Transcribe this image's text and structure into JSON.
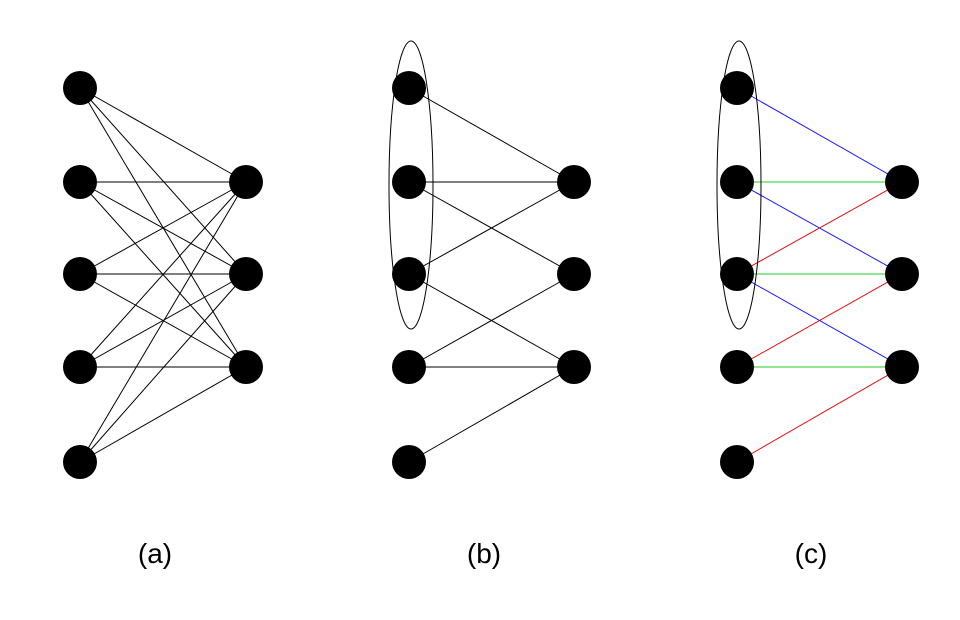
{
  "panels": [
    {
      "label": "(a)",
      "left_count": 5,
      "right_count": 3,
      "highlight_left": [],
      "edges": [
        [
          0,
          0
        ],
        [
          0,
          1
        ],
        [
          0,
          2
        ],
        [
          1,
          0
        ],
        [
          1,
          1
        ],
        [
          1,
          2
        ],
        [
          2,
          0
        ],
        [
          2,
          1
        ],
        [
          2,
          2
        ],
        [
          3,
          0
        ],
        [
          3,
          1
        ],
        [
          3,
          2
        ],
        [
          4,
          0
        ],
        [
          4,
          1
        ],
        [
          4,
          2
        ]
      ],
      "edge_colors": []
    },
    {
      "label": "(b)",
      "left_count": 5,
      "right_count": 3,
      "highlight_left": [
        0,
        1,
        2
      ],
      "edges": [
        [
          0,
          0
        ],
        [
          1,
          0
        ],
        [
          1,
          1
        ],
        [
          2,
          0
        ],
        [
          2,
          2
        ],
        [
          3,
          1
        ],
        [
          3,
          2
        ],
        [
          4,
          2
        ]
      ],
      "edge_colors": []
    },
    {
      "label": "(c)",
      "left_count": 5,
      "right_count": 3,
      "highlight_left": [
        0,
        1,
        2
      ],
      "edges": [
        [
          0,
          0
        ],
        [
          1,
          0
        ],
        [
          1,
          1
        ],
        [
          2,
          0
        ],
        [
          2,
          1
        ],
        [
          2,
          2
        ],
        [
          3,
          1
        ],
        [
          3,
          2
        ],
        [
          4,
          2
        ]
      ],
      "edge_colors": [
        "blue",
        "green",
        "blue",
        "red",
        "green",
        "blue",
        "red",
        "green",
        "red"
      ]
    }
  ],
  "colors": {
    "node": "#000000",
    "edge": "#000000",
    "blue": "#1a1aff",
    "green": "#22cc22",
    "red": "#e01010"
  }
}
